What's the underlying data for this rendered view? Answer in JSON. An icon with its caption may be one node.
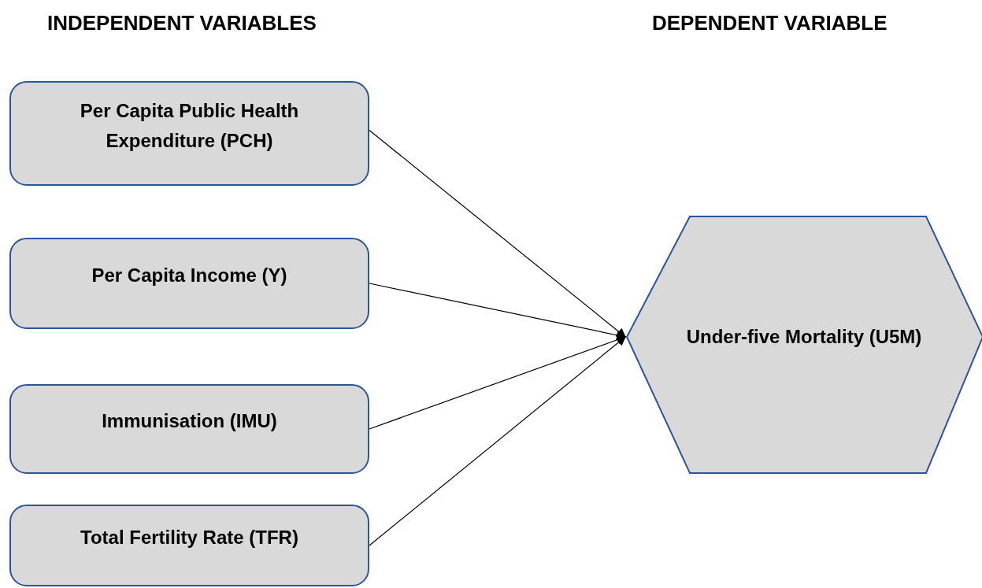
{
  "diagram": {
    "nodes": [
      {
        "text": [
          "Per Capita Public Health Expenditure (PCH)"
        ]
      },
      {
        "text": [
          "Per Capita Income (Y)"
        ]
      },
      {
        "text": [
          "Immunisation (IMU)"
        ]
      },
      {
        "text": [
          "Total Fertility Rate (TFR)"
        ]
      },
      {
        "text": [
          "Under-five Mortality (U5M)"
        ]
      }
    ],
    "edges": [
      {
        "from": 0,
        "to": 4,
        "arrow": "to"
      },
      {
        "from": 1,
        "to": 4,
        "arrow": "to"
      },
      {
        "from": 2,
        "to": 4,
        "arrow": "to"
      },
      {
        "from": 3,
        "to": 4,
        "arrow": "to"
      }
    ],
    "labels": [
      "INDEPENDENT VARIABLES",
      "DEPENDENT VARIABLE"
    ]
  }
}
